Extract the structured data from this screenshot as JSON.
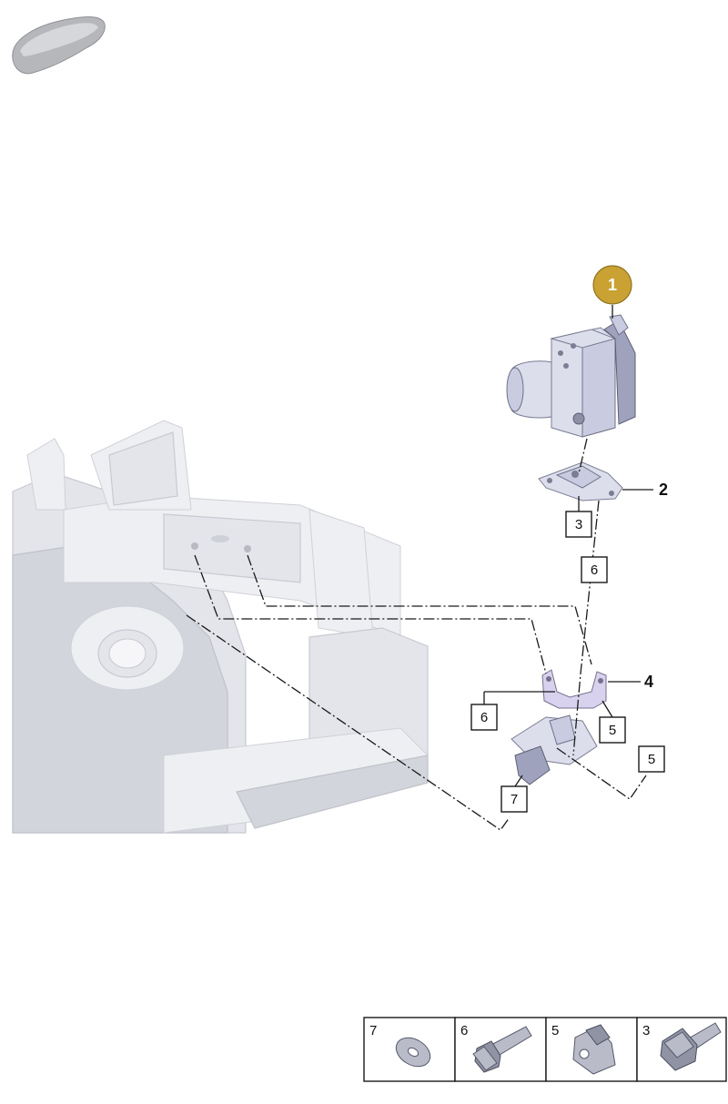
{
  "callouts": {
    "highlighted": "1",
    "module_bracket": "2",
    "mount_bracket": "4",
    "screw_3": "3",
    "screw_6_upper": "6",
    "screw_6_lower": "6",
    "nut_5_right": "5",
    "nut_5_far": "5",
    "washer_7": "7"
  },
  "legend": [
    {
      "num": "7",
      "icon": "washer-icon"
    },
    {
      "num": "6",
      "icon": "flange-bolt-icon"
    },
    {
      "num": "5",
      "icon": "flange-nut-icon"
    },
    {
      "num": "3",
      "icon": "hex-bolt-icon"
    }
  ],
  "colors": {
    "highlight_fill": "#c9a233",
    "highlight_stroke": "#8f7320",
    "frame": "#e4e5ea",
    "part": "#c9cbe0"
  }
}
